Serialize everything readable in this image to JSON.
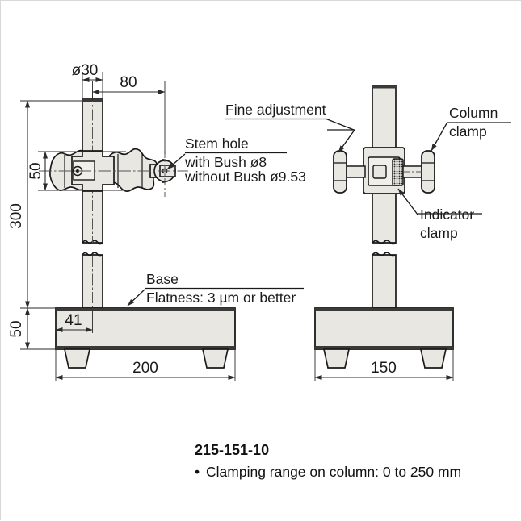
{
  "drawing": {
    "title": "Dial gauge stand technical drawing",
    "colors": {
      "outline": "#1a1a1a",
      "fill_body": "#e9e7e1",
      "fill_light": "#f1efe9",
      "dim_line": "#2a2a2a",
      "background": "#ffffff",
      "border": "#d8d8d8"
    },
    "front_view": {
      "name": "front-elevation",
      "dimensions": {
        "column_diameter": "ø30",
        "arm_reach": "80",
        "total_height": "300",
        "stem_hole_height": "50",
        "base_height": "50",
        "column_offset": "41",
        "base_width": "200"
      },
      "labels": {
        "stem_hole": "Stem hole",
        "with_bush": "with Bush ø8",
        "without_bush": "without Bush ø9.53",
        "base": "Base",
        "flatness": "Flatness: 3 µm or better"
      }
    },
    "side_view": {
      "name": "side-elevation",
      "dimensions": {
        "base_depth": "150"
      },
      "labels": {
        "fine_adjustment": "Fine adjustment",
        "column_clamp_line1": "Column",
        "column_clamp_line2": "clamp",
        "indicator_clamp_line1": "Indicator",
        "indicator_clamp_line2": "clamp"
      }
    }
  },
  "caption": {
    "model_code": "215-151-10",
    "bullet": "•",
    "spec": "Clamping range on column: 0 to 250 mm"
  }
}
